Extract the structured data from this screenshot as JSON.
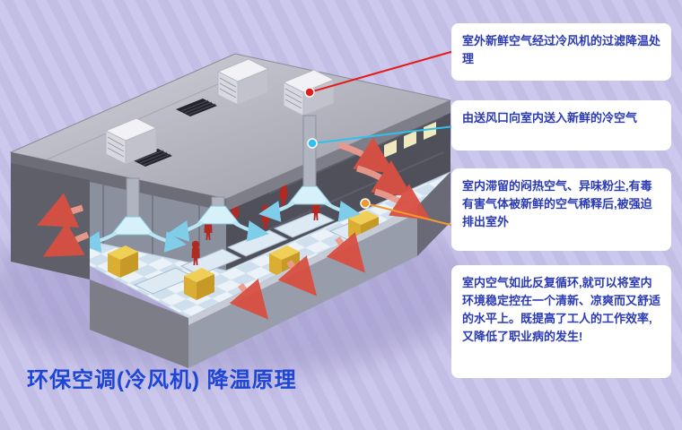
{
  "title": "环保空调(冷风机) 降温原理",
  "callouts": [
    {
      "text": "室外新鲜空气经过冷风机的过滤降温处理",
      "accent": "#e31c1c"
    },
    {
      "text": "由送风口向室内送入新鲜的冷空气",
      "accent": "#2fc1ee"
    },
    {
      "text": "室内滞留的闷热空气、异味粉尘,有毒有害气体被新鲜的空气稀释后,被强迫排出室外",
      "accent": "#f2992e"
    },
    {
      "text": "室内空气如此反复循环,就可以将室内环境稳定控在一个清新、凉爽而又舒适的水平上。既提高了工人的工作效率,又降低了职业病的发生!",
      "accent": "#ffffff"
    }
  ],
  "colors": {
    "background": "#c7c2e8",
    "callout_bg": "#ffffff",
    "callout_text": "#2a3ab4",
    "title": "#1e46d6",
    "fresh_air_line": "#e31c1c",
    "supply_air_line": "#2fc1ee",
    "exhaust_air_line": "#f2992e"
  }
}
